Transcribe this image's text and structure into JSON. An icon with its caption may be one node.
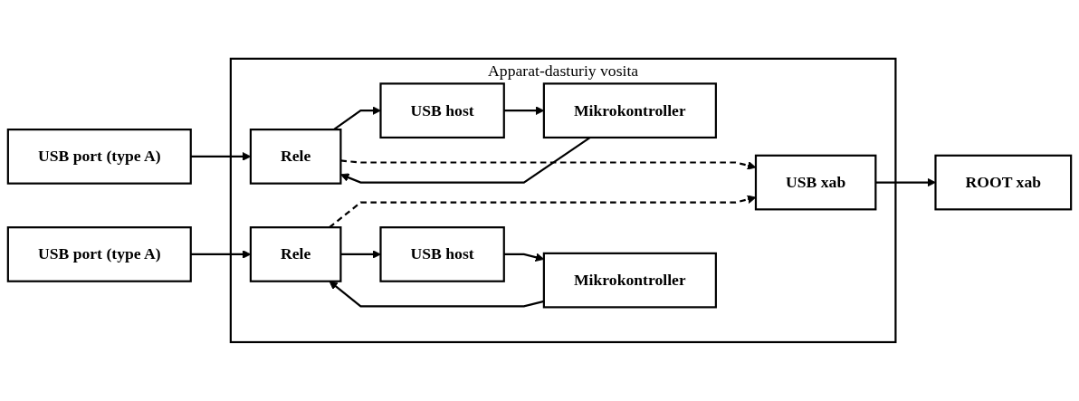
{
  "diagram": {
    "nodes": [
      {
        "text": [
          "Apparat-dasturiy vosita"
        ]
      },
      {
        "text": [
          "USB port (type A)"
        ]
      },
      {
        "text": [
          "Rele"
        ],
        "in": 0
      },
      {
        "text": [
          "USB host"
        ],
        "in": 0
      },
      {
        "text": [
          "Mikrokontroller"
        ],
        "in": 0
      },
      {
        "text": [
          "USB xab"
        ],
        "in": 0
      },
      {
        "text": [
          "USB port (type A)"
        ]
      },
      {
        "text": [
          "Rele"
        ],
        "in": 0
      },
      {
        "text": [
          "USB host"
        ],
        "in": 0
      },
      {
        "text": [
          "Mikrokontroller"
        ],
        "in": 0
      },
      {
        "text": [
          "ROOT xab"
        ]
      }
    ],
    "edges": [
      {
        "from": 1,
        "to": 2,
        "arrow": "to"
      },
      {
        "from": 2,
        "to": 3,
        "arrow": "to"
      },
      {
        "from": 3,
        "to": 4,
        "arrow": "to"
      },
      {
        "from": 4,
        "to": 2,
        "arrow": "to"
      },
      {
        "from": 2,
        "to": 5,
        "arrow": "to",
        "style": "dashed"
      },
      {
        "from": 7,
        "to": 5,
        "arrow": "to",
        "style": "dashed"
      },
      {
        "from": 6,
        "to": 7,
        "arrow": "to"
      },
      {
        "from": 7,
        "to": 8,
        "arrow": "to"
      },
      {
        "from": 8,
        "to": 9,
        "arrow": "to"
      },
      {
        "from": 9,
        "to": 7,
        "arrow": "to"
      },
      {
        "from": 5,
        "to": 10,
        "arrow": "to"
      }
    ]
  }
}
